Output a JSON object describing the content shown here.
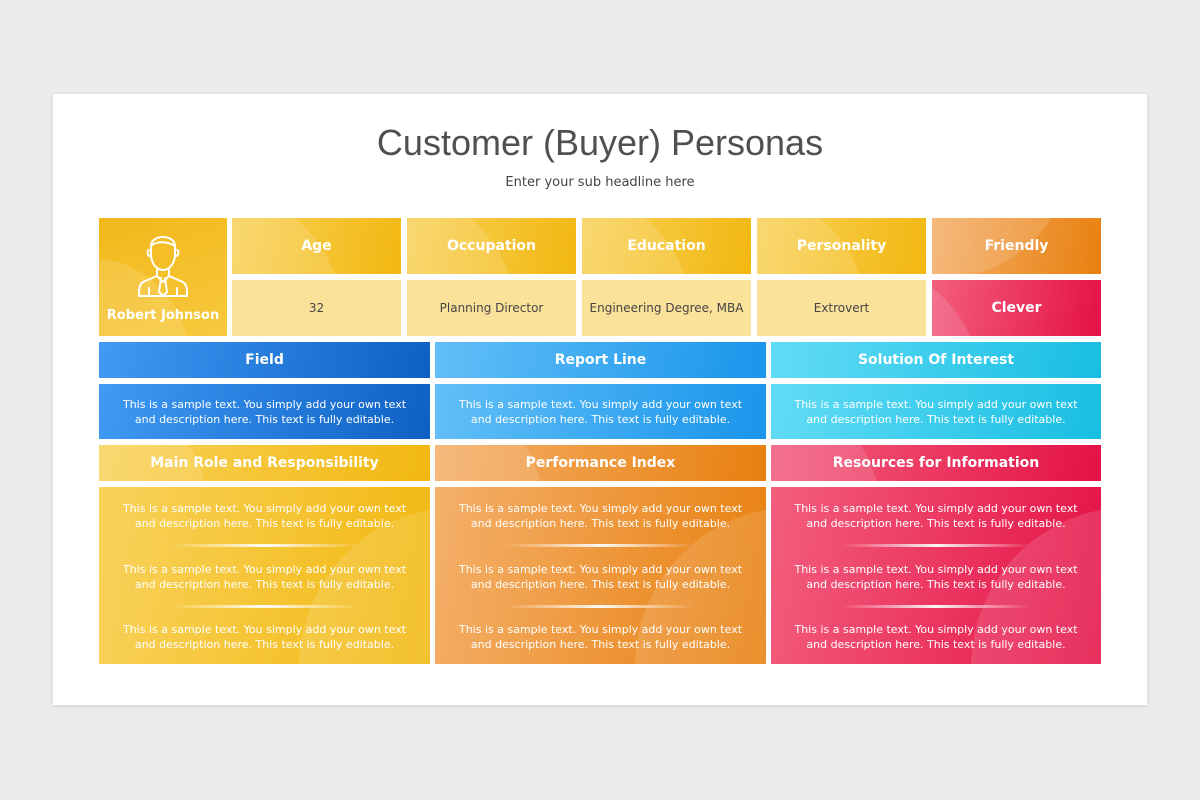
{
  "title": "Customer (Buyer) Personas",
  "subtitle": "Enter your sub headline here",
  "persona": {
    "name": "Robert Johnson",
    "icon": "person-with-tie-icon"
  },
  "attributes": {
    "headers": [
      "Age",
      "Occupation",
      "Education",
      "Personality"
    ],
    "values": [
      "32",
      "Planning Director",
      "Engineering Degree, MBA",
      "Extrovert"
    ]
  },
  "traits": [
    "Friendly",
    "Clever"
  ],
  "row_blue": {
    "headers": [
      "Field",
      "Report Line",
      "Solution Of Interest"
    ],
    "texts": [
      "This is a sample text. You simply add your own text and description here. This text is fully editable.",
      "This is a sample text. You simply add your own text and description here. This text is fully editable.",
      "This is a sample text. You simply add your own text and description here. This text is fully editable."
    ]
  },
  "row_warm": {
    "headers": [
      "Main Role and Responsibility",
      "Performance Index",
      "Resources for Information"
    ],
    "columns": [
      [
        "This is a sample text. You simply add your own text and description here. This text is fully editable.",
        "This is a sample text. You simply add your own text and description here. This text is fully editable.",
        "This is a sample text. You simply add your own text and description here. This text is fully editable."
      ],
      [
        "This is a sample text. You simply add your own text and description here. This text is fully editable.",
        "This is a sample text. You simply add your own text and description here. This text is fully editable.",
        "This is a sample text. You simply add your own text and description here. This text is fully editable."
      ],
      [
        "This is a sample text. You simply add your own text and description here. This text is fully editable.",
        "This is a sample text. You simply add your own text and description here. This text is fully editable.",
        "This is a sample text. You simply add your own text and description here. This text is fully editable."
      ]
    ]
  },
  "colors": {
    "yellow": "#f2b810",
    "orange": "#e8800f",
    "red": "#e41246",
    "blue": "#0e60c2",
    "light_blue": "#1995ea",
    "cyan": "#18bee2",
    "value_fill": "#fbe29a"
  }
}
